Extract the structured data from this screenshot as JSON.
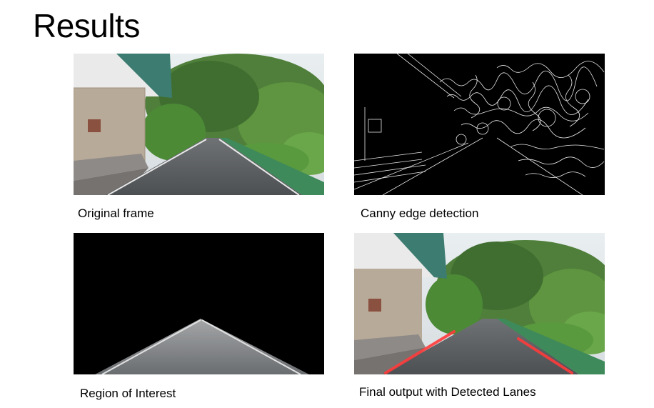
{
  "slide": {
    "title": "Results"
  },
  "panels": [
    {
      "caption": "Original frame"
    },
    {
      "caption": "Canny edge detection"
    },
    {
      "caption": "Region of Interest"
    },
    {
      "caption": "Final output with Detected Lanes"
    }
  ],
  "colors": {
    "lane_highlight": "#ff3b3b",
    "edge_lines": "#e8e8e8",
    "background_black": "#000000"
  }
}
